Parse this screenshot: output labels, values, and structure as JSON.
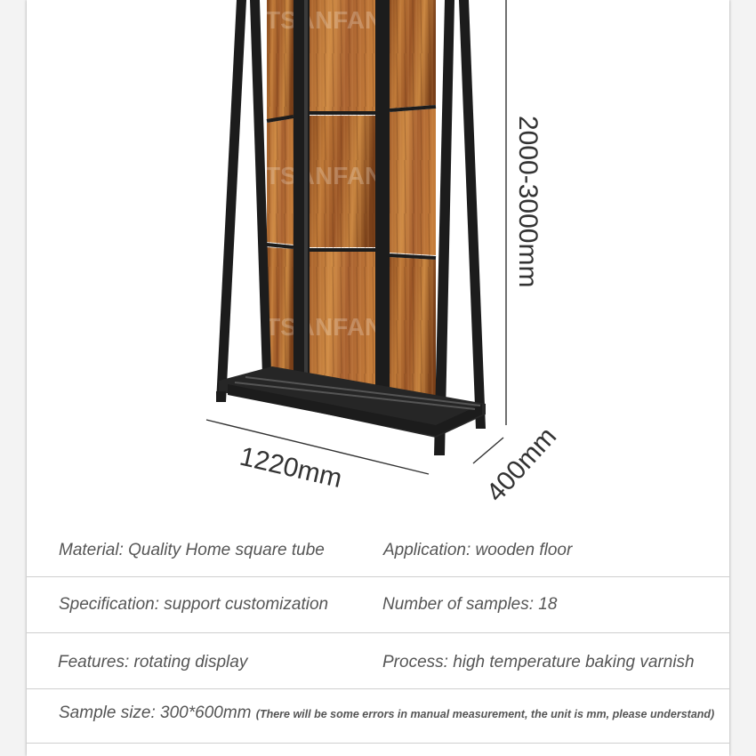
{
  "colors": {
    "frame": "#1c1c1c",
    "wood_light": "#b87332",
    "wood_dark": "#6e3a16",
    "text": "#555555",
    "divider": "#cfcfcf"
  },
  "watermark": {
    "brand": "TSANFAN",
    "icon": "brand-logo-watermark"
  },
  "dimensions": {
    "height": "2000-3000mm",
    "width": "1220mm",
    "depth": "400mm"
  },
  "specs": [
    {
      "left": "Material: Quality Home square tube",
      "right": "Application: wooden floor"
    },
    {
      "left": "Specification: support customization",
      "right": "Number of samples: 18"
    },
    {
      "left": "Features: rotating display",
      "right": "Process: high temperature baking varnish"
    }
  ],
  "sample": {
    "label": "Sample size: 300*600mm",
    "note": "(There will be some errors in manual measurement, the unit is mm, please understand)"
  }
}
